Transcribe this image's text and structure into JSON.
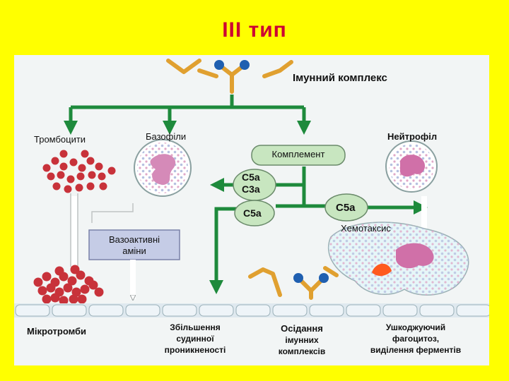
{
  "title": "III тип",
  "labels": {
    "immune_complex": "Імунний комплекс",
    "platelets": "Тромбоцити",
    "basophils": "Базофіли",
    "neutrophil": "Нейтрофіл",
    "complement": "Комплемент",
    "c5a_1": "C5a",
    "c3a": "C3a",
    "c5a_2": "C5a",
    "c5a_3": "C5a",
    "chemotaxis": "Хемотаксис",
    "vasoactive_1": "Вазоактивні",
    "vasoactive_2": "аміни",
    "microthrombi": "Мікротромби",
    "permeability_1": "Збільшення",
    "permeability_2": "судинної",
    "permeability_3": "проникненості",
    "deposition_1": "Осідання",
    "deposition_2": "імунних",
    "deposition_3": "комплексів",
    "damage_1": "Ушкоджуючий",
    "damage_2": "фагоцитоз,",
    "damage_3": "виділення ферментів"
  },
  "colors": {
    "background": "#ffff00",
    "title": "#cc0033",
    "arrow": "#1e8a3c",
    "antibody": "#e0a030",
    "antigen": "#1f5fb0",
    "platelet": "#c8323a",
    "complement_box": "#c8e6c0"
  }
}
